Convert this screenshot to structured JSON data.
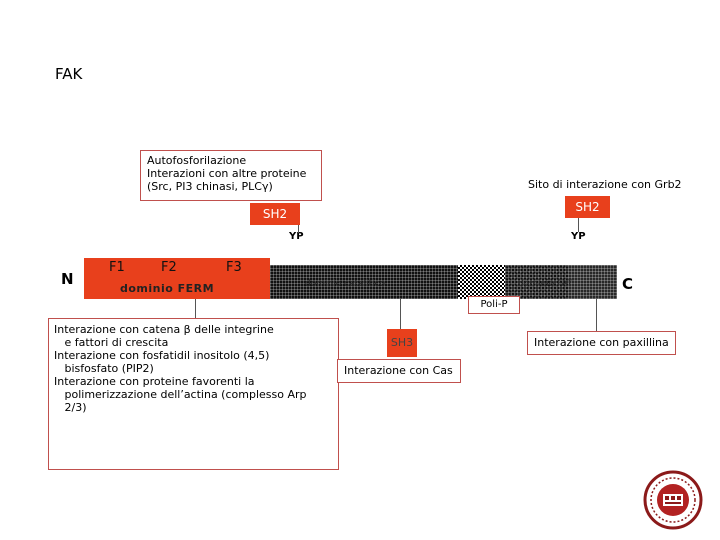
{
  "title": "FAK",
  "box_top": {
    "lines": [
      "Autofosforilazione",
      "Interazioni con altre proteine",
      "(Src, PI3 chinasi, PLCγ)"
    ]
  },
  "grb2_label": "Sito di interazione con Grb2",
  "sh2_left": "SH2",
  "sh2_right": "SH2",
  "yp_left": "YP",
  "yp_right": "YP",
  "n_term": "N",
  "c_term": "C",
  "subdomains": [
    "F1",
    "F2",
    "F3"
  ],
  "ferm_label": "dominio FERM",
  "kinase_label": "dominio catalitico",
  "fat_label": "dominio FAT",
  "poli_p": "Poli-P",
  "sh3": "SH3",
  "cas_label": "Interazione con Cas",
  "paxillin_label": "Interazione con paxillina",
  "box_bottom": {
    "lines": [
      "Interazione con catena β delle integrine",
      "   e fattori di crescita",
      "Interazione con fosfatidil inositolo (4,5)",
      "   bisfosfato (PIP2)",
      "Interazione con proteine favorenti la",
      "   polimerizzazione dell’actina (complesso Arp",
      "   2/3)"
    ]
  },
  "colors": {
    "accent": "#e8401c",
    "border": "#c0504d",
    "bar": "#111111"
  }
}
